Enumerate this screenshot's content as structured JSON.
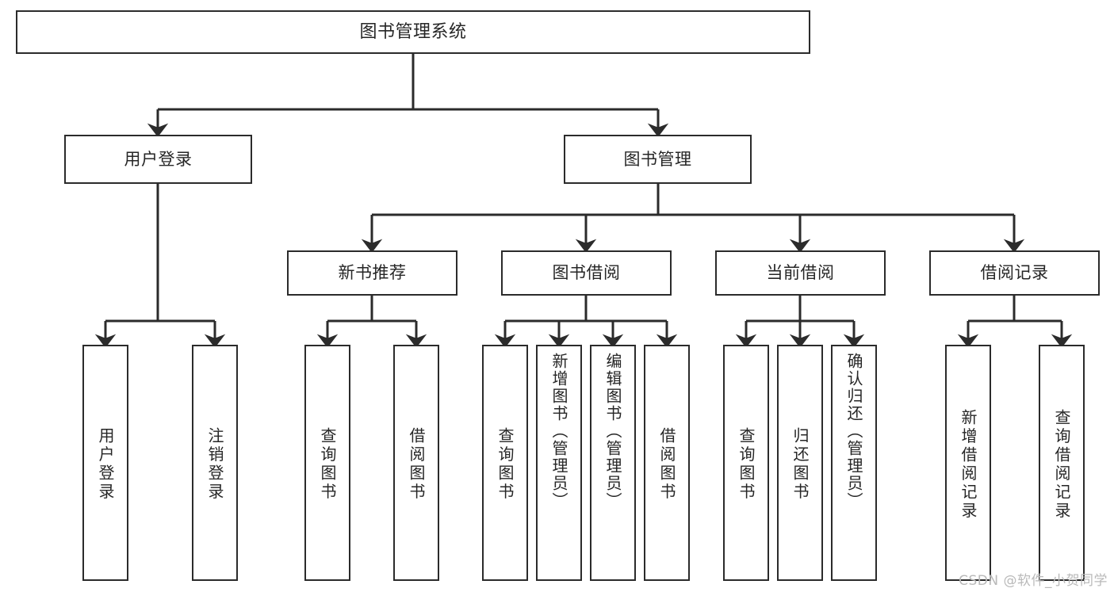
{
  "diagram": {
    "title": "图书管理系统",
    "watermark": "CSDN @软件_小贺同学",
    "colors": {
      "box_border": "#2b2b2b",
      "box_fill": "#ffffff",
      "connector": "#2b2b2b",
      "text": "#262626",
      "watermark": "#b9b9b9"
    },
    "root": {
      "label": "图书管理系统"
    },
    "level2": [
      {
        "label": "用户登录"
      },
      {
        "label": "图书管理"
      }
    ],
    "level3": [
      {
        "label": "新书推荐"
      },
      {
        "label": "图书借阅"
      },
      {
        "label": "当前借阅"
      },
      {
        "label": "借阅记录"
      }
    ],
    "leaves": {
      "user_login": [
        {
          "label": "用户登录"
        },
        {
          "label": "注销登录"
        }
      ],
      "new_book_recommend": [
        {
          "label": "查询图书"
        },
        {
          "label": "借阅图书"
        }
      ],
      "book_borrow": [
        {
          "label": "查询图书"
        },
        {
          "label": "新增图书（管理员）"
        },
        {
          "label": "编辑图书（管理员）"
        },
        {
          "label": "借阅图书"
        }
      ],
      "current_borrow": [
        {
          "label": "查询图书"
        },
        {
          "label": "归还图书"
        },
        {
          "label": "确认归还（管理员）"
        }
      ],
      "borrow_record": [
        {
          "label": "新增借阅记录"
        },
        {
          "label": "查询借阅记录"
        }
      ]
    }
  }
}
